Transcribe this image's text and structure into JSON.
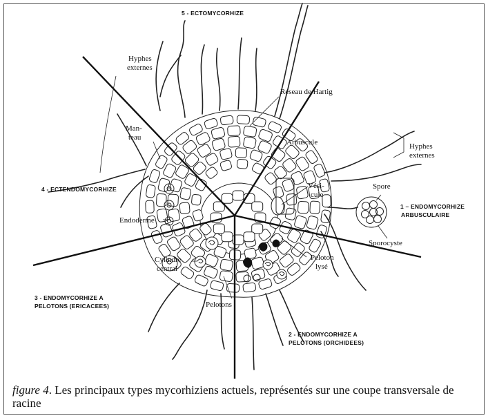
{
  "sections": {
    "ecto": "5 - ECTOMYCORHIZE",
    "ectendo": "4 - ECTENDOMYCORHIZE",
    "endo_arb_line1": "1 – ENDOMYCORHIZE",
    "endo_arb_line2": "ARBUSCULAIRE",
    "ericacees_line1": "3 - ENDOMYCORHIZE A",
    "ericacees_line2": "PELOTONS (ERICACEES)",
    "orchidees_line1": "2 - ENDOMYCORHIZE A",
    "orchidees_line2": "PELOTONS (ORCHIDEES)"
  },
  "labels": {
    "hyphes_ext_left_1": "Hyphes",
    "hyphes_ext_left_2": "externes",
    "reseau_hartig": "Réseau de Hartig",
    "manteau_1": "Man-",
    "manteau_2": "teau",
    "arbuscule": "Arbuscule",
    "hyphes_ext_right_1": "Hyphes",
    "hyphes_ext_right_2": "externes",
    "vesicule_1": "Vési-",
    "vesicule_2": "cule",
    "spore": "Spore",
    "sporocyste": "Sporocyste",
    "endoderme": "Endoderme",
    "cylindre_1": "Cylindre",
    "cylindre_2": "central",
    "peloton_lyse_1": "Peloton",
    "peloton_lyse_2": "lysé",
    "pelotons": "Pelotons"
  },
  "caption": {
    "figure_ref": "figure 4",
    "text": ". Les principaux types mycorhiziens actuels, représentés sur une coupe transversale de racine"
  }
}
